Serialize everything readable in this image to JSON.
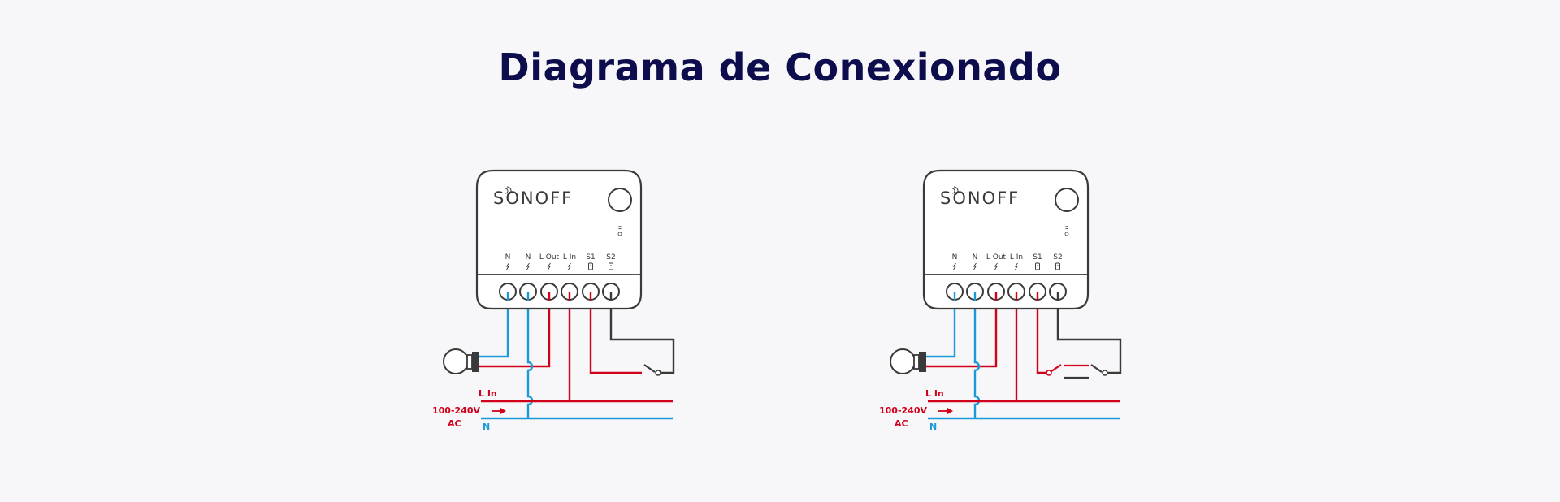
{
  "title": "Diagrama de Conexionado",
  "diagrams": [
    {
      "brand": "SONOFF",
      "terminals": [
        "N",
        "N",
        "L Out",
        "L In",
        "S1",
        "S2"
      ],
      "line_label": "L In",
      "voltage": "100-240V",
      "ac": "AC",
      "neutral_label": "N",
      "switch_type": "single"
    },
    {
      "brand": "SONOFF",
      "terminals": [
        "N",
        "N",
        "L Out",
        "L In",
        "S1",
        "S2"
      ],
      "line_label": "L In",
      "voltage": "100-240V",
      "ac": "AC",
      "neutral_label": "N",
      "switch_type": "two-way"
    }
  ],
  "colors": {
    "title": "#0d0d4d",
    "live": "#d0021b",
    "neutral": "#1a9bd7",
    "switch_wire": "#3a3a3a"
  },
  "icons": [
    "wifi-icon",
    "bolt-icon",
    "switch-input-icon",
    "bulb-icon",
    "arrow-right-icon",
    "switch-icon"
  ]
}
